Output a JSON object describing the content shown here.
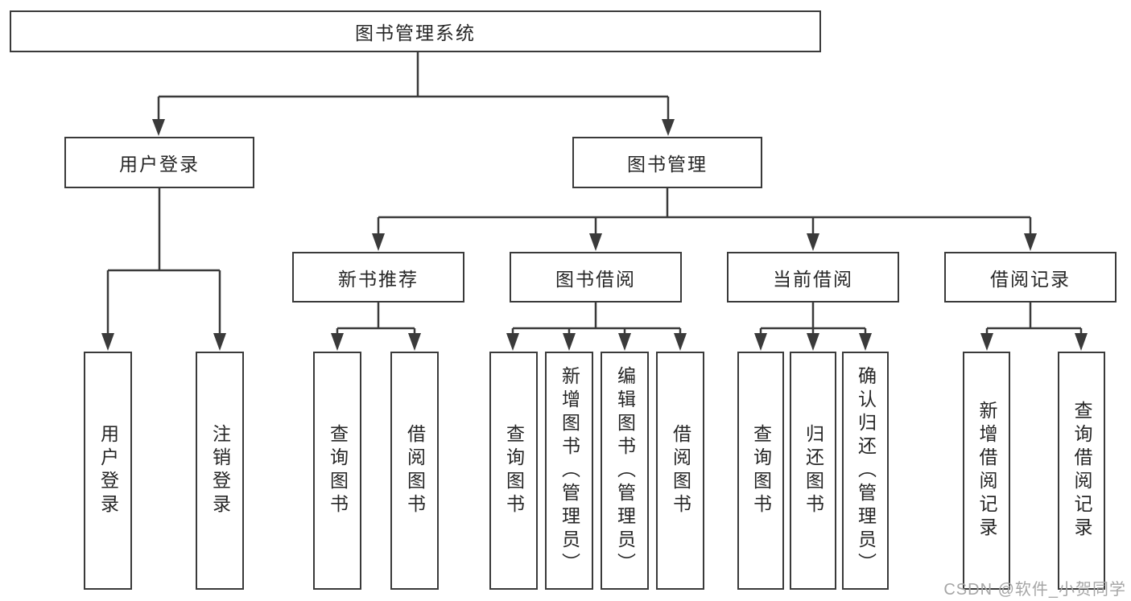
{
  "diagram": {
    "root": "图书管理系统",
    "branches": [
      {
        "label": "用户登录",
        "children": [
          "用户登录",
          "注销登录"
        ]
      },
      {
        "label": "图书管理",
        "sections": [
          {
            "label": "新书推荐",
            "children": [
              "查询图书",
              "借阅图书"
            ]
          },
          {
            "label": "图书借阅",
            "children": [
              "查询图书",
              "新增图书（管理员）",
              "编辑图书（管理员）",
              "借阅图书"
            ]
          },
          {
            "label": "当前借阅",
            "children": [
              "查询图书",
              "归还图书",
              "确认归还（管理员）"
            ]
          },
          {
            "label": "借阅记录",
            "children": [
              "新增借阅记录",
              "查询借阅记录"
            ]
          }
        ]
      }
    ],
    "colors": {
      "line": "#3a3a3a",
      "box_border": "#3a3a3a",
      "text": "#262626",
      "watermark": "#a6a6a6",
      "background": "#ffffff"
    }
  },
  "watermark": "CSDN @软件_小贺同学"
}
